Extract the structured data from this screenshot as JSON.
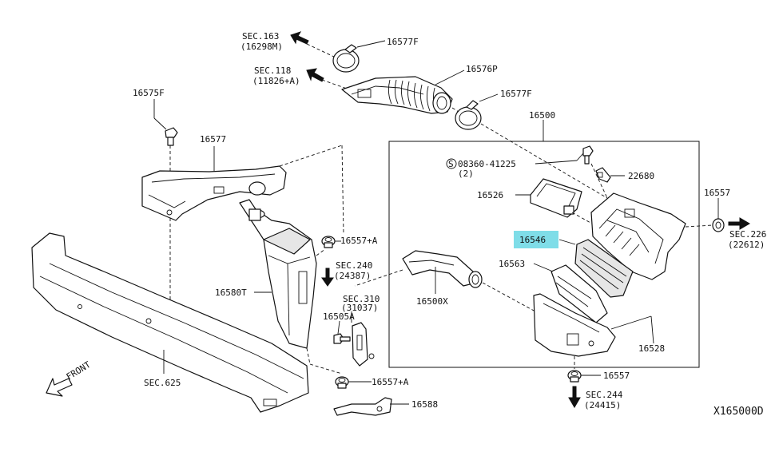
{
  "labels": {
    "p16577F_top": "16577F",
    "p16576P": "16576P",
    "p16577F_right": "16577F",
    "sec163": "SEC.163",
    "sec163_sub": "(16298M)",
    "sec118": "SEC.118",
    "sec118_sub": "(11826+A)",
    "p16575F": "16575F",
    "p16577": "16577",
    "p16500": "16500",
    "bolt_code": "08360-41225",
    "bolt_symbol": "S",
    "bolt_qty": "(2)",
    "p22680": "22680",
    "p16526": "16526",
    "p16546": "16546",
    "p16563": "16563",
    "p16500X": "16500X",
    "p16528": "16528",
    "p16557_right": "16557",
    "sec226": "SEC.226",
    "sec226_sub": "(22612)",
    "p16557_bottom": "16557",
    "sec244": "SEC.244",
    "sec244_sub": "(24415)",
    "p16557A_top": "16557+A",
    "sec240": "SEC.240",
    "sec240_sub": "(24387)",
    "p16580T": "16580T",
    "sec310": "SEC.310",
    "sec310_sub": "(31037)",
    "p16505A": "16505A",
    "p16557A_bottom": "16557+A",
    "p16588": "16588",
    "sec625": "SEC.625",
    "front": "FRONT",
    "diagram_id": "X165000D"
  },
  "highlight": {
    "part": "16546",
    "color": "#7fdde8"
  },
  "colors": {
    "line": "#111111",
    "background": "#ffffff"
  }
}
